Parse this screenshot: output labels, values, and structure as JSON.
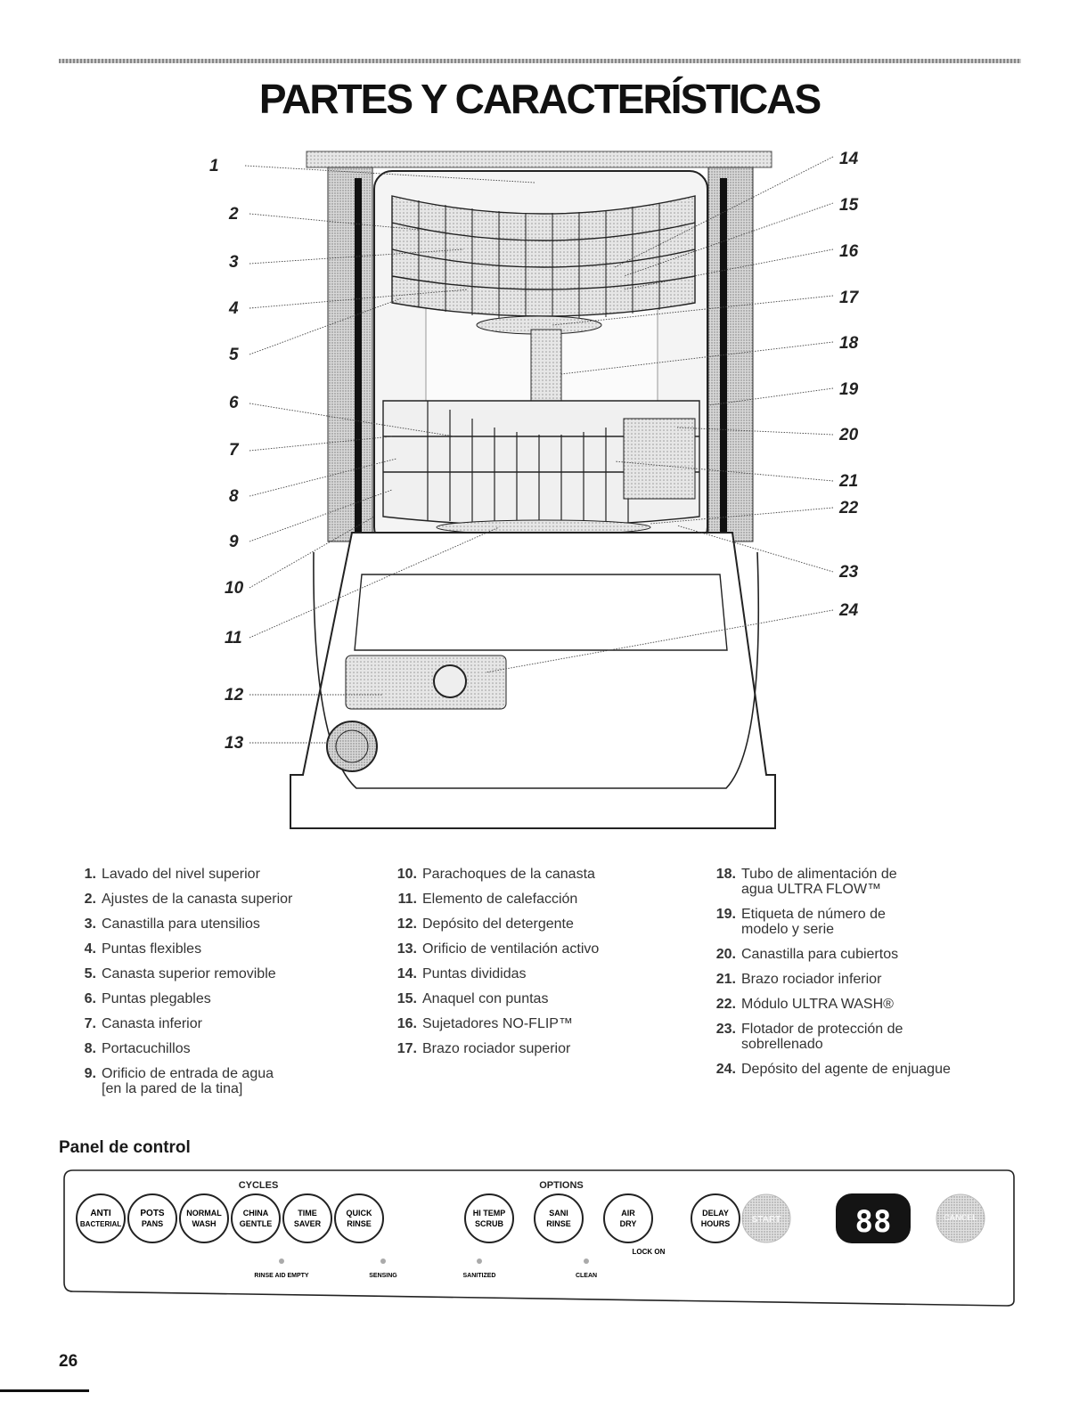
{
  "title": "PARTES Y CARACTERÍSTICAS",
  "callouts_left": [
    "1",
    "2",
    "3",
    "4",
    "5",
    "6",
    "7",
    "8",
    "9",
    "10",
    "11",
    "12",
    "13"
  ],
  "callouts_right": [
    "14",
    "15",
    "16",
    "17",
    "18",
    "19",
    "20",
    "21",
    "22",
    "23",
    "24"
  ],
  "parts": {
    "col1": [
      {
        "num": "1.",
        "text": "Lavado del nivel superior"
      },
      {
        "num": "2.",
        "text": "Ajustes de la canasta superior"
      },
      {
        "num": "3.",
        "text": "Canastilla para utensilios"
      },
      {
        "num": "4.",
        "text": "Puntas flexibles"
      },
      {
        "num": "5.",
        "text": "Canasta superior removible"
      },
      {
        "num": "6.",
        "text": "Puntas plegables"
      },
      {
        "num": "7.",
        "text": "Canasta inferior"
      },
      {
        "num": "8.",
        "text": "Portacuchillos"
      },
      {
        "num": "9.",
        "text": "Orificio de entrada de agua\n[en la pared de la tina]"
      }
    ],
    "col2": [
      {
        "num": "10.",
        "text": "Parachoques de la canasta"
      },
      {
        "num": "11.",
        "text": "Elemento de calefacción"
      },
      {
        "num": "12.",
        "text": "Depósito del detergente"
      },
      {
        "num": "13.",
        "text": "Orificio de ventilación activo"
      },
      {
        "num": "14.",
        "text": "Puntas divididas"
      },
      {
        "num": "15.",
        "text": "Anaquel con puntas"
      },
      {
        "num": "16.",
        "text": "Sujetadores NO-FLIP™"
      },
      {
        "num": "17.",
        "text": "Brazo rociador superior"
      }
    ],
    "col3": [
      {
        "num": "18.",
        "text": "Tubo de alimentación de\nagua ULTRA FLOW™"
      },
      {
        "num": "19.",
        "text": "Etiqueta de número de\nmodelo y serie"
      },
      {
        "num": "20.",
        "text": "Canastilla para cubiertos"
      },
      {
        "num": "21.",
        "text": "Brazo rociador inferior"
      },
      {
        "num": "22.",
        "text": "Módulo ULTRA WASH®"
      },
      {
        "num": "23.",
        "text": "Flotador de protección de\nsobrellenado"
      },
      {
        "num": "24.",
        "text": "Depósito del agente de enjuague"
      }
    ]
  },
  "control_panel": {
    "heading": "Panel de control",
    "cycles_label": "CYCLES",
    "options_label": "OPTIONS",
    "cycle_buttons": [
      {
        "l1": "ANTI",
        "l2": "BACTERIAL"
      },
      {
        "l1": "POTS",
        "l2": "PANS"
      },
      {
        "l1": "NORMAL",
        "l2": "WASH"
      },
      {
        "l1": "CHINA",
        "l2": "GENTLE"
      },
      {
        "l1": "TIME",
        "l2": "SAVER"
      },
      {
        "l1": "QUICK",
        "l2": "RINSE"
      }
    ],
    "option_buttons": [
      {
        "l1": "HI TEMP",
        "l2": "SCRUB"
      },
      {
        "l1": "SANI",
        "l2": "RINSE"
      },
      {
        "l1": "AIR",
        "l2": "DRY"
      }
    ],
    "lock_label": "LOCK ON",
    "delay_button": {
      "l1": "DELAY",
      "l2": "HOURS"
    },
    "start_label": "START",
    "display_value": "88",
    "cancel_label": "CANCEL",
    "indicators": [
      "RINSE AID EMPTY",
      "SENSING",
      "SANITIZED",
      "CLEAN"
    ]
  },
  "page_number": "26"
}
